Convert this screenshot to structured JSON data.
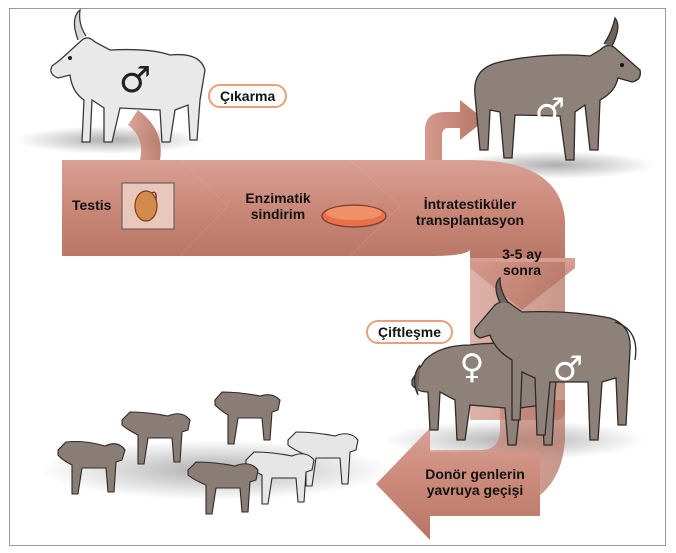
{
  "labels": {
    "removal": "Çıkarma",
    "testis": "Testis",
    "enzymatic_1": "Enzimatik",
    "enzymatic_2": "sindirim",
    "transplant_1": "İntratestiküler",
    "transplant_2": "transplantasyon",
    "time_1": "3-5 ay",
    "time_2": "sonra",
    "mating": "Çiftleşme",
    "transfer_1": "Donör genlerin",
    "transfer_2": "yavruya geçişi"
  },
  "symbols": {
    "male": "♂",
    "female": "♀"
  },
  "colors": {
    "arrow_fill": "#c98b7c",
    "arrow_dark": "#a0685a",
    "pill_border": "#e8a07a",
    "donor_goat": "#e8e8e8",
    "recipient_goat": "#8c7f76",
    "kid_goat": "#8a7d75",
    "white_kid": "#e6e6e6"
  }
}
